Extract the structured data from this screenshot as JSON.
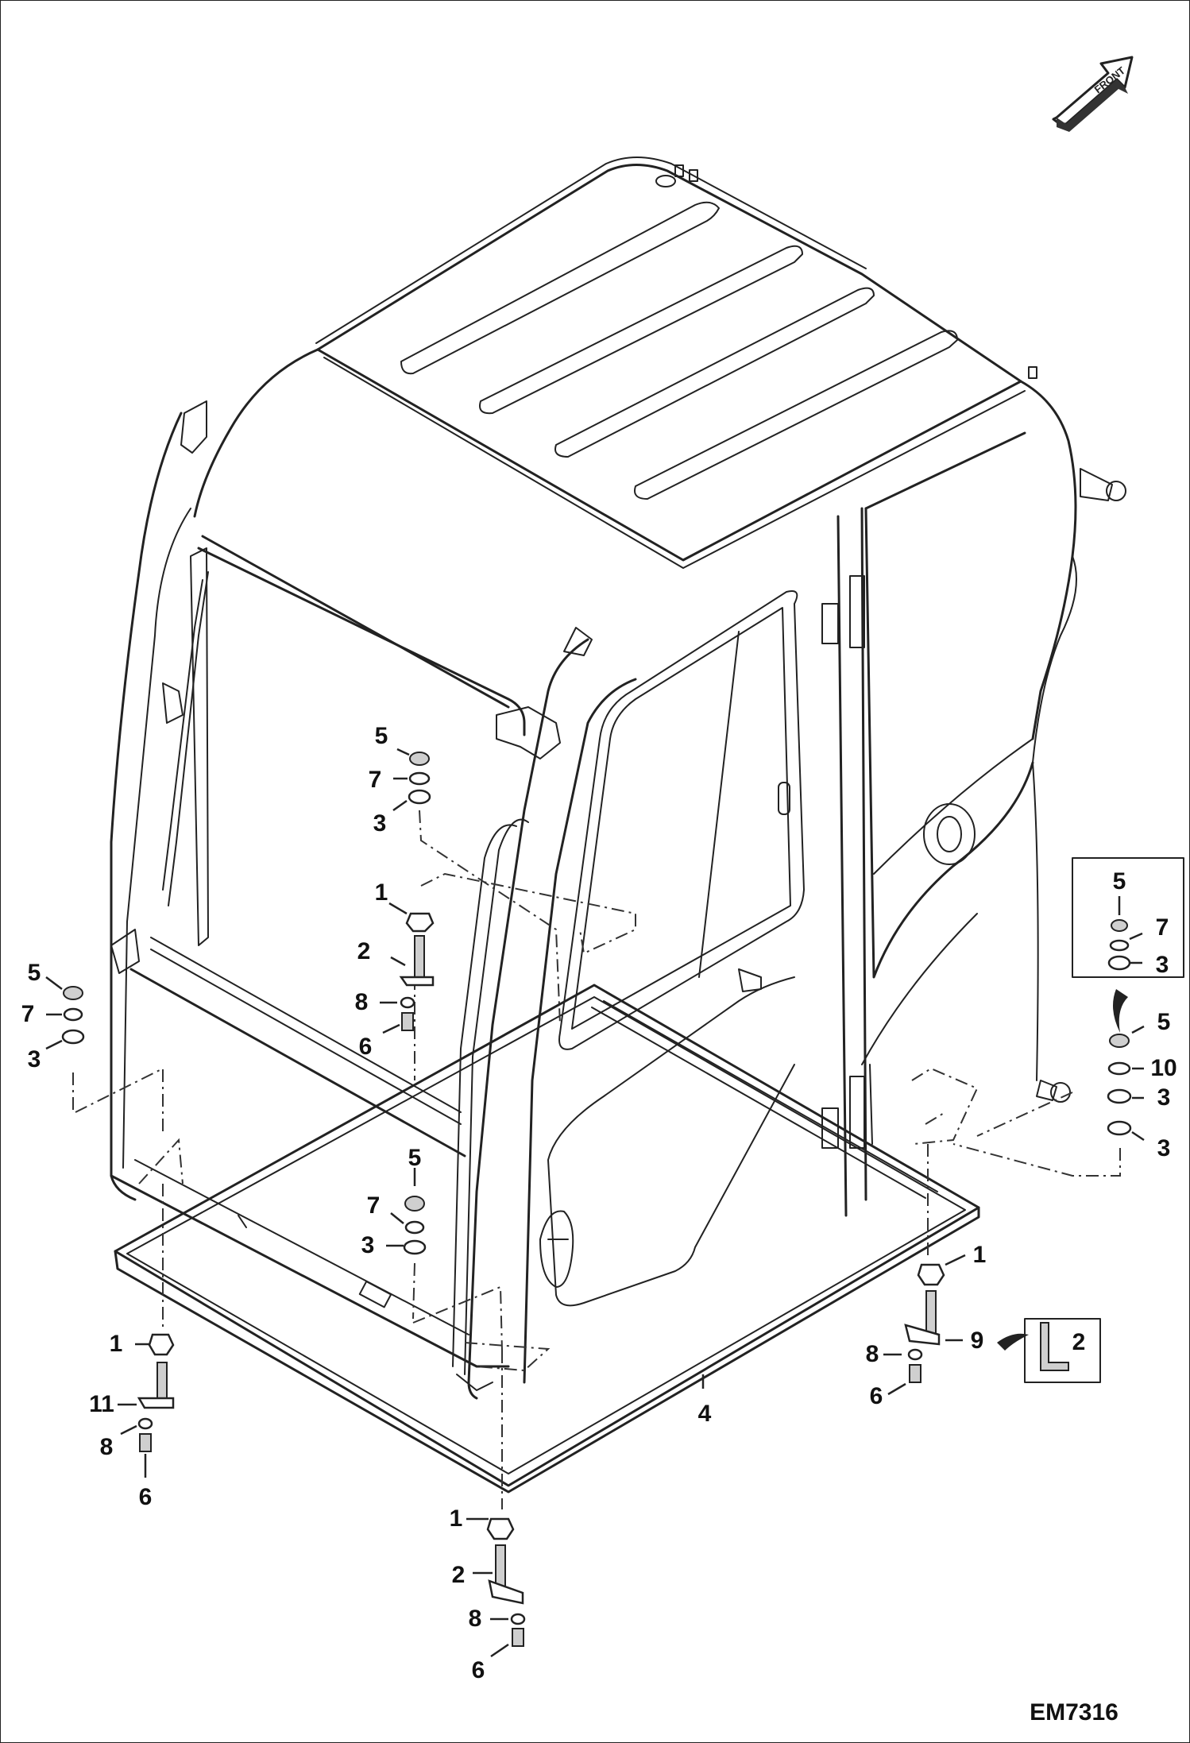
{
  "diagram": {
    "drawing_id": "EM7316",
    "front_arrow_text": "FRONT",
    "callouts": {
      "c_mid_5": "5",
      "c_mid_7": "7",
      "c_mid_3": "3",
      "c_mid_1": "1",
      "c_mid_2": "2",
      "c_mid_8": "8",
      "c_mid_6": "6",
      "c_left_5": "5",
      "c_left_7": "7",
      "c_left_3": "3",
      "c_center_5": "5",
      "c_center_7": "7",
      "c_center_3": "3",
      "c_ll_1": "1",
      "c_ll_11": "11",
      "c_ll_8": "8",
      "c_ll_6": "6",
      "c_bot_1": "1",
      "c_bot_2": "2",
      "c_bot_8": "8",
      "c_bot_6": "6",
      "c_floor_4": "4",
      "c_box_5": "5",
      "c_box_7": "7",
      "c_box_3": "3",
      "c_r_5": "5",
      "c_r_10": "10",
      "c_r_3a": "3",
      "c_r_3b": "3",
      "c_br_1": "1",
      "c_br_9": "9",
      "c_br_8": "8",
      "c_br_6": "6",
      "c_inset_2": "2"
    }
  }
}
